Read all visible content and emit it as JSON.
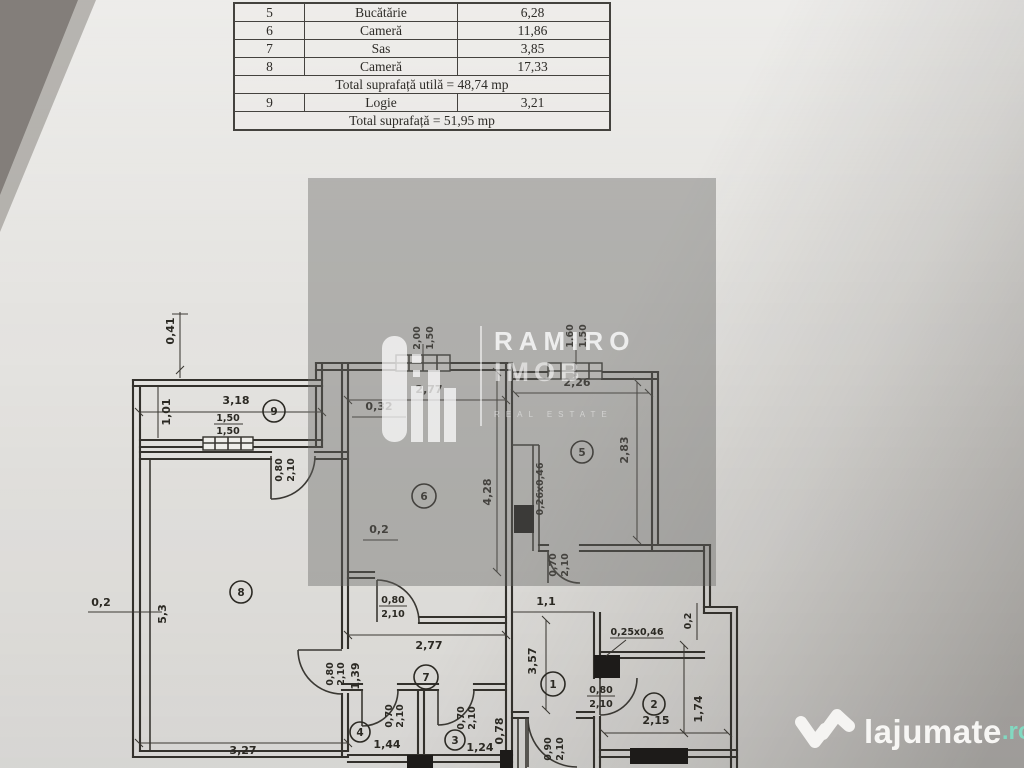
{
  "table": {
    "rows": [
      {
        "no": "5",
        "name": "Bucătărie",
        "area": "6,28"
      },
      {
        "no": "6",
        "name": "Cameră",
        "area": "11,86"
      },
      {
        "no": "7",
        "name": "Sas",
        "area": "3,85"
      },
      {
        "no": "8",
        "name": "Cameră",
        "area": "17,33"
      }
    ],
    "total_utila": "Total suprafață utilă = 48,74 mp",
    "row9": {
      "no": "9",
      "name": "Logie",
      "area": "3,21"
    },
    "total": "Total suprafață  =  51,95 mp"
  },
  "plan": {
    "rooms": {
      "r1": "1",
      "r2": "2",
      "r3": "3",
      "r4": "4",
      "r5": "5",
      "r6": "6",
      "r7": "7",
      "r8": "8",
      "r9": "9"
    },
    "labels": {
      "d041": "0,41",
      "d318": "3,18",
      "d101": "1,01",
      "w_logie_a": "1,50",
      "w_logie_b": "1,50",
      "d277_top": "2,77",
      "d032": "0,32",
      "w6_a": "2,00",
      "w6_b": "1,50",
      "d226": "2,26",
      "w5_a": "1,60",
      "w5_b": "1,50",
      "d283": "2,83",
      "d428": "4,28",
      "shaft_k": "0,26x0,46",
      "door_k_a": "0,70",
      "door_k_b": "2,10",
      "d02_mid": "0,2",
      "d02_left": "0,2",
      "d02_right": "0,2",
      "d53": "5,3",
      "d327": "3,27",
      "door_cor_a": "0,80",
      "door_cor_b": "2,10",
      "door_logie_a": "0,80",
      "door_logie_b": "2,10",
      "d11": "1,1",
      "d357": "3,57",
      "d277_sas": "2,77",
      "d139": "1,39",
      "door_sas_a": "0,80",
      "door_sas_b": "2,10",
      "door4_a": "0,70",
      "door4_b": "2,10",
      "d144": "1,44",
      "door3_a": "0,70",
      "door3_b": "2,10",
      "d124": "1,24",
      "d078": "0,78",
      "door1_a": "0,90",
      "door1_b": "2,10",
      "door2_a": "0,80",
      "door2_b": "2,10",
      "shaft2": "0,25x0,46",
      "d215": "2,15",
      "d174": "1,74"
    }
  },
  "watermark": {
    "ramiro": "RAMIRO",
    "imob": "IMOB",
    "tagline": "REAL ESTATE"
  },
  "logo": {
    "name": "lajumate",
    "tld": ".ro"
  }
}
